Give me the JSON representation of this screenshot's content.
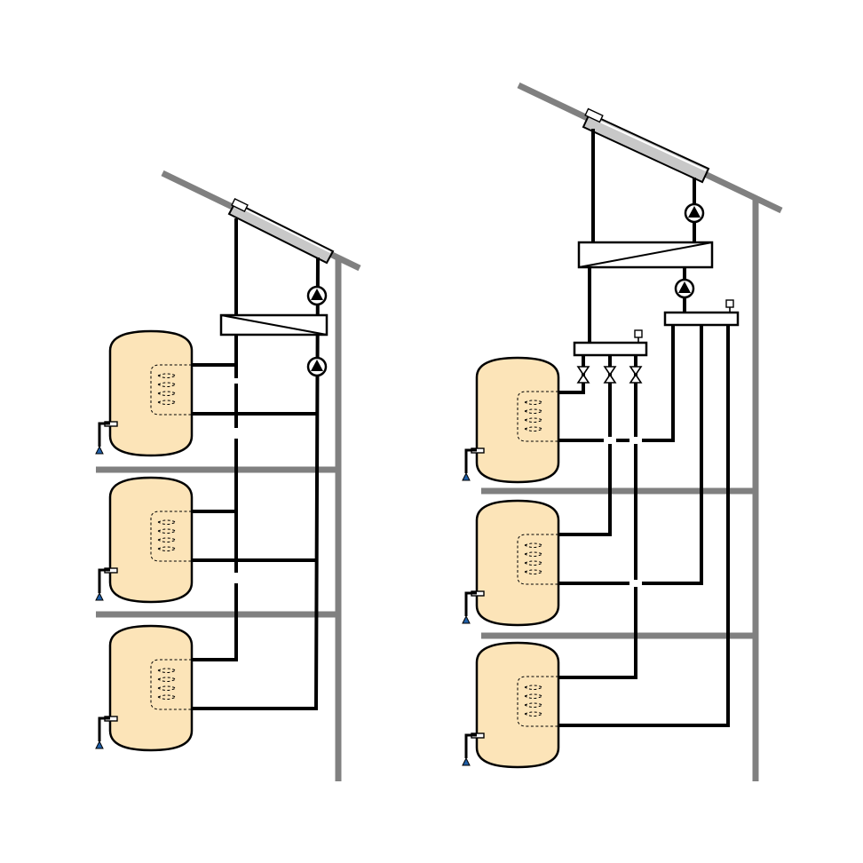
{
  "diagram": {
    "colors": {
      "wall": "#808080",
      "tank_fill": "#fce4b8",
      "pipe": "#000000",
      "drain_valve": "#1f5fa8",
      "background": "#ffffff"
    },
    "systems": [
      {
        "id": "left",
        "layout": "shared-riser",
        "collector_count": 1,
        "pump_count": 2,
        "heat_exchanger_count": 1,
        "tank_count": 3
      },
      {
        "id": "right",
        "layout": "manifold-distribution",
        "collector_count": 1,
        "pump_count": 2,
        "heat_exchanger_count": 1,
        "manifold_count": 2,
        "valve_count": 3,
        "tank_count": 3
      }
    ],
    "icons": [
      "solar-collector-icon",
      "pump-icon",
      "heat-exchanger-icon",
      "storage-tank-icon",
      "valve-icon",
      "drain-valve-icon",
      "air-vent-icon"
    ]
  }
}
